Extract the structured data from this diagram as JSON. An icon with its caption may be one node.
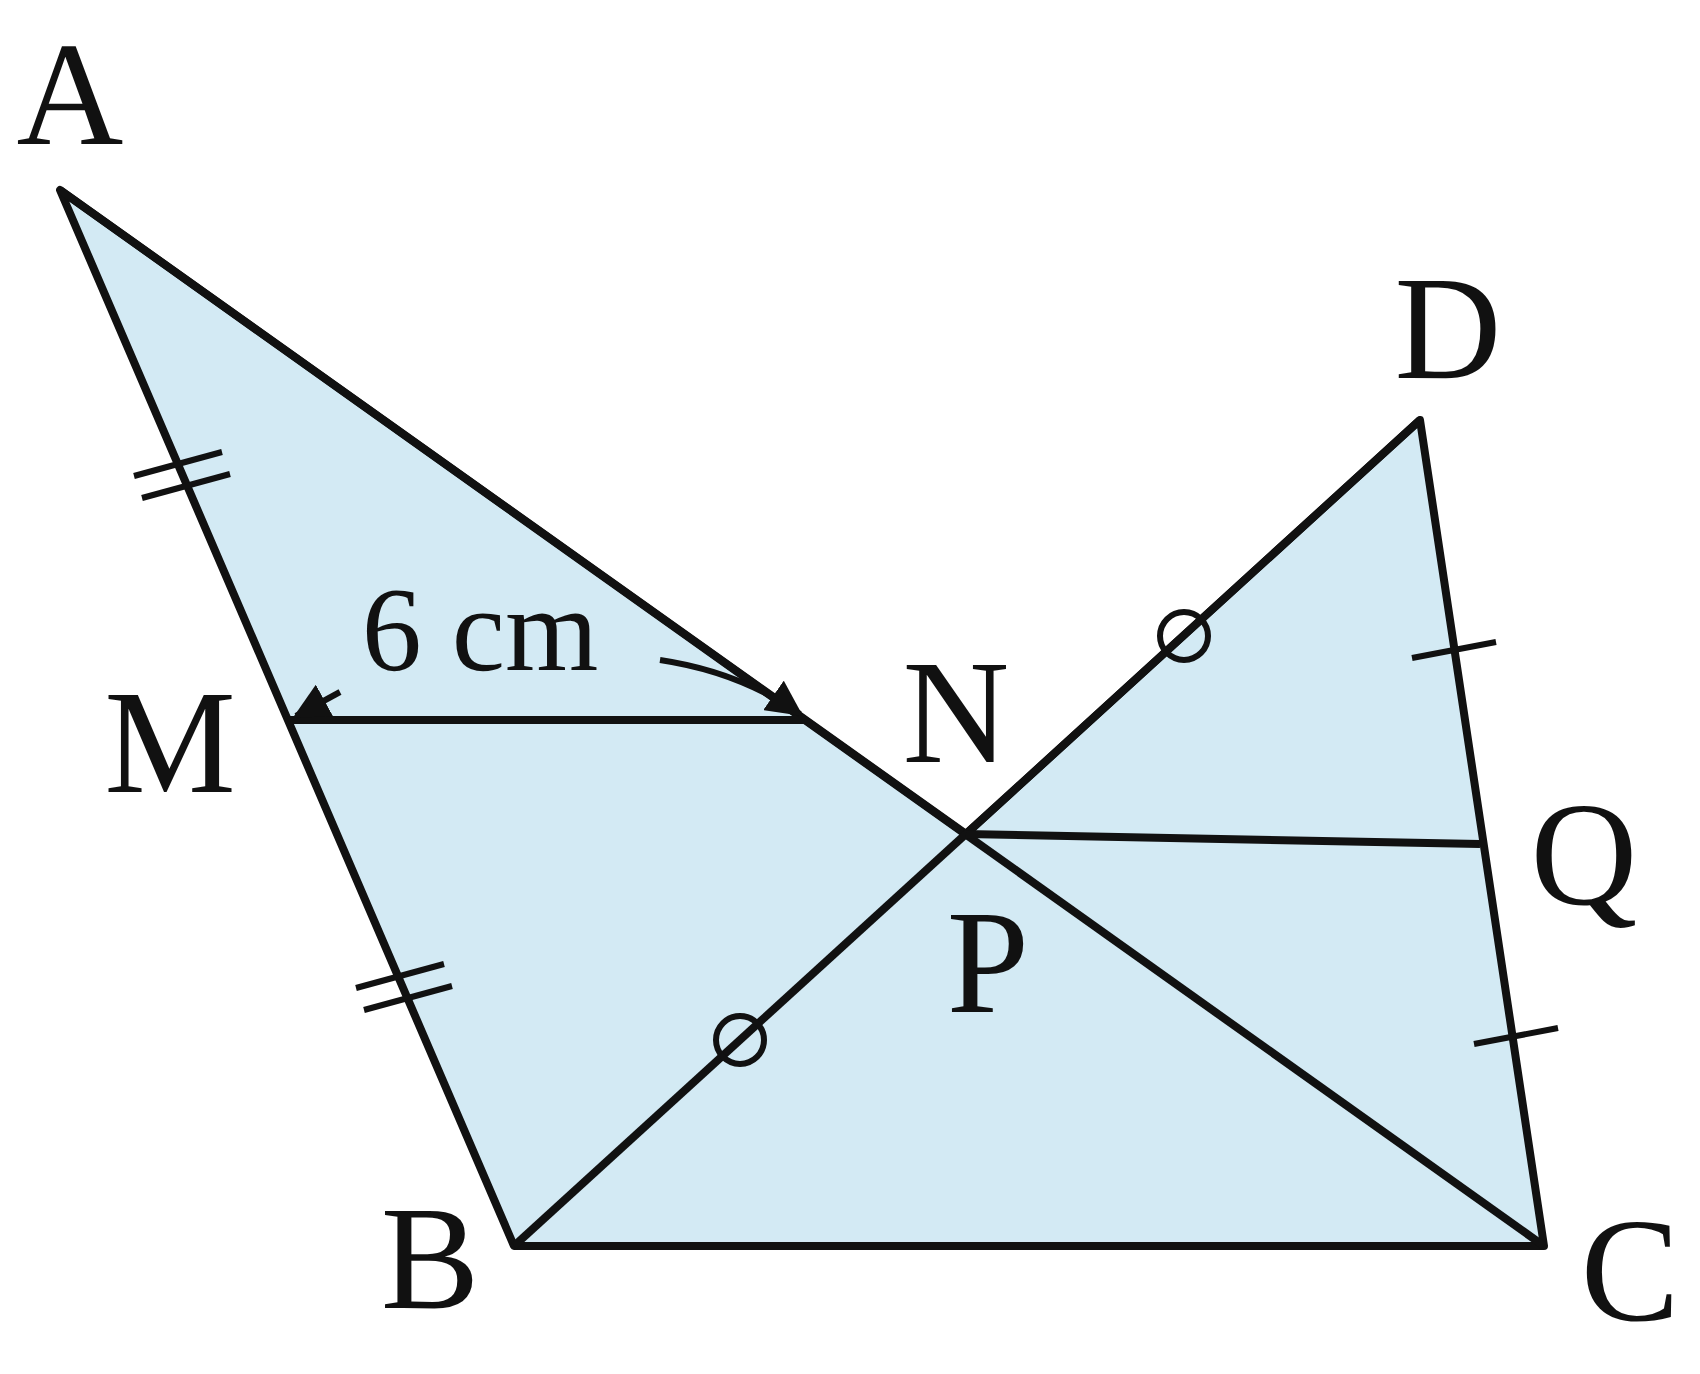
{
  "diagram": {
    "labels": [
      "A",
      "D",
      "6 cm",
      "M",
      "N",
      "Q",
      "P",
      "B",
      "C"
    ]
  }
}
